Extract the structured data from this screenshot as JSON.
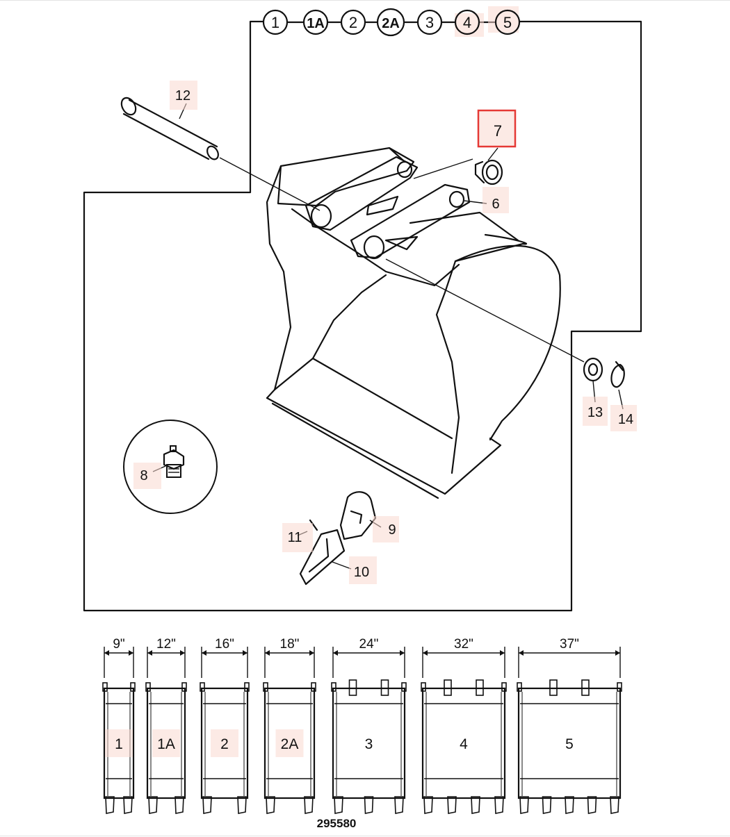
{
  "diagram": {
    "variant_circles": [
      "1",
      "1A",
      "2",
      "2A",
      "3",
      "4",
      "5"
    ],
    "highlighted_variants": [
      "4",
      "5"
    ],
    "callouts": {
      "c12": "12",
      "c7": "7",
      "c6": "6",
      "c13": "13",
      "c14": "14",
      "c8": "8",
      "c9": "9",
      "c11": "11",
      "c10": "10"
    },
    "selected_callout": "7",
    "widths": [
      "9\"",
      "12\"",
      "16\"",
      "18\"",
      "24\"",
      "32\"",
      "37\""
    ],
    "bucket_labels": [
      "1",
      "1A",
      "2",
      "2A",
      "3",
      "4",
      "5"
    ],
    "part_number": "295580",
    "colors": {
      "highlight": "#f9d9cf",
      "selection": "#e53935",
      "ink": "#111111"
    }
  }
}
